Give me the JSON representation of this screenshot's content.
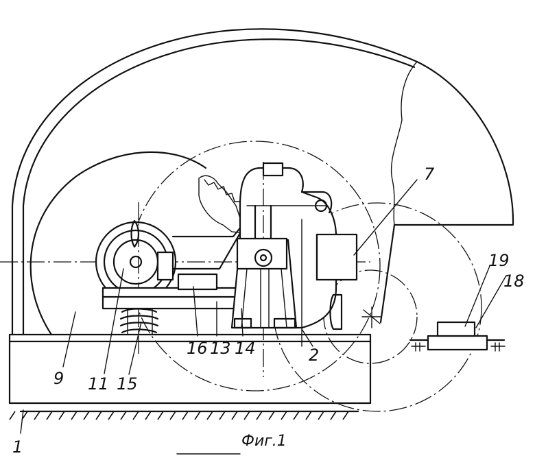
{
  "caption": "Фиг.1",
  "labels": {
    "l1": "1",
    "l2": "2",
    "l7": "7",
    "l9": "9",
    "l11": "11",
    "l13": "13",
    "l14": "14",
    "l15": "15",
    "l16": "16",
    "l18": "18",
    "l19": "19"
  }
}
